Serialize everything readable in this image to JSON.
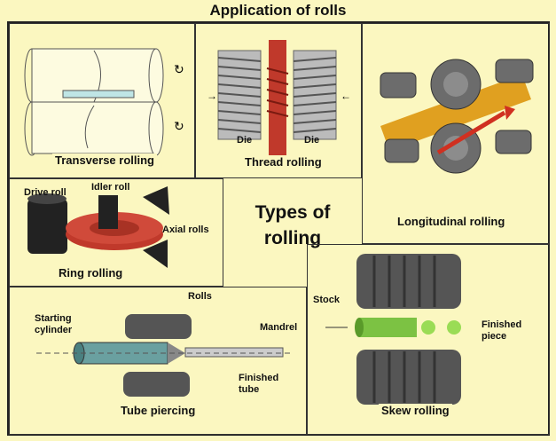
{
  "title": "Application of rolls",
  "center_label": {
    "line1": "Types of",
    "line2": "rolling"
  },
  "panels": {
    "transverse": {
      "caption": "Transverse rolling"
    },
    "thread": {
      "caption": "Thread rolling",
      "left_die": "Die",
      "right_die": "Die"
    },
    "longitudinal": {
      "caption": "Longitudinal rolling"
    },
    "ring": {
      "caption": "Ring rolling",
      "drive_roll": "Drive roll",
      "idler_roll": "Idler roll",
      "axial_rolls": "Axial rolls"
    },
    "tube": {
      "caption": "Tube piercing",
      "rolls": "Rolls",
      "starting_cylinder_line1": "Starting",
      "starting_cylinder_line2": "cylinder",
      "mandrel": "Mandrel",
      "finished_tube_line1": "Finished",
      "finished_tube_line2": "tube"
    },
    "skew": {
      "caption": "Skew rolling",
      "stock": "Stock",
      "finished_piece_line1": "Finished",
      "finished_piece_line2": "piece"
    }
  },
  "colors": {
    "background": "#fbf7c0",
    "roll_gray": "#6c6c6c",
    "thread_red": "#c0392b",
    "orange_piece": "#e0a020",
    "green_stock": "#7cc243",
    "arrow_red": "#d03020"
  }
}
